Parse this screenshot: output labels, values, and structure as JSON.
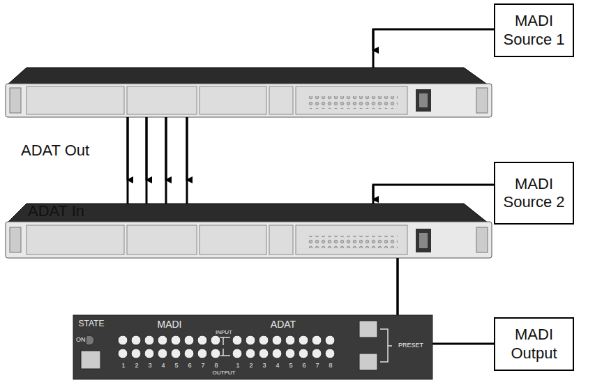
{
  "diagram": {
    "nodes": [
      {
        "text": [
          "MADI Source 1"
        ]
      },
      {
        "text": [
          "MADI Source 2"
        ]
      },
      {
        "text": [
          "MADI Output"
        ]
      }
    ],
    "labels": [
      "ADAT Out",
      "ADAT In",
      "STATE",
      "MADI",
      "INPUT",
      "ADAT",
      "ON",
      "1",
      "2",
      "3",
      "4",
      "5",
      "6",
      "7",
      "8",
      "OUTPUT",
      "1",
      "2",
      "3",
      "4",
      "5",
      "6",
      "7",
      "8",
      "PRESET"
    ]
  }
}
